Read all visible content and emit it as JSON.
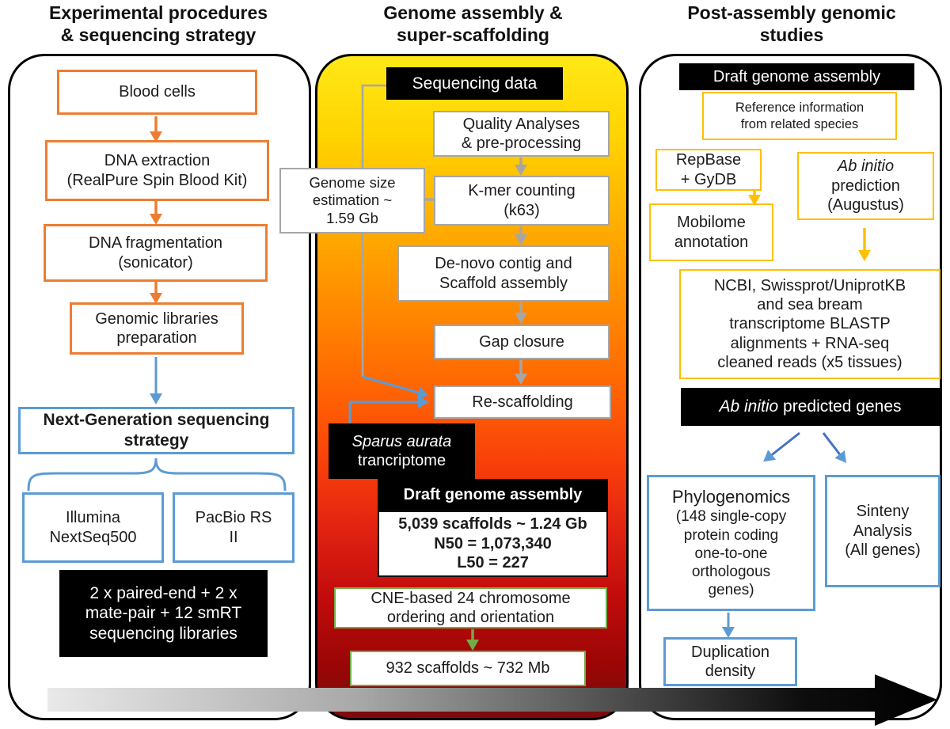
{
  "titles": {
    "left": "Experimental procedures\n& sequencing strategy",
    "middle": "Genome assembly &\nsuper-scaffolding",
    "right": "Post-assembly genomic\nstudies"
  },
  "left": {
    "blood_cells": "Blood cells",
    "dna_extraction": "DNA extraction\n(RealPure Spin Blood Kit)",
    "dna_fragmentation": "DNA fragmentation\n(sonicator)",
    "genomic_libraries": "Genomic libraries\npreparation",
    "ngs_strategy": "Next-Generation sequencing\nstrategy",
    "illumina": "Illumina\nNextSeq500",
    "pacbio": "PacBio RS\nII",
    "libraries_summary": "2 x paired-end + 2 x\nmate-pair + 12 smRT\nsequencing libraries"
  },
  "middle": {
    "sequencing_data": "Sequencing data",
    "quality": "Quality Analyses\n& pre-processing",
    "kmer": "K-mer counting\n(k63)",
    "genome_size": "Genome size\nestimation ~\n1.59 Gb",
    "denovo": "De-novo contig and\nScaffold assembly",
    "gap_closure": "Gap closure",
    "rescaffolding": "Re-scaffolding",
    "sparus_italic": "Sparus aurata",
    "sparus_rest": "trancriptome",
    "draft_header": "Draft genome assembly",
    "draft_stats": "5,039 scaffolds ~ 1.24 Gb\nN50 = 1,073,340\nL50 = 227",
    "cne": "CNE-based 24 chromosome\nordering and orientation",
    "scaffolds_932": "932 scaffolds ~ 732 Mb"
  },
  "right": {
    "draft_genome": "Draft genome assembly",
    "reference": "Reference information\nfrom related species",
    "repbase": "RepBase\n+ GyDB",
    "mobilome": "Mobilome\nannotation",
    "abinitio_pred_italic": "Ab initio",
    "abinitio_pred_rest": "prediction\n(Augustus)",
    "ncbi": "NCBI, Swissprot/UniprotKB\nand sea bream\ntranscriptome BLASTP\nalignments + RNA-seq\ncleaned reads (x5 tissues)",
    "predicted_italic": "Ab initio",
    "predicted_rest": " predicted genes",
    "phylo_head": "Phylogenomics",
    "phylo_rest": "(148 single-copy\nprotein coding\none-to-one\northologous\ngenes)",
    "sinteny": "Sinteny\nAnalysis\n(All genes)",
    "duplication": "Duplication\ndensity"
  },
  "colors": {
    "orange": "#ED7D31",
    "blue": "#5B9BD5",
    "gold": "#FFC000",
    "green": "#70AD47",
    "gray": "#A6A6A6",
    "panel_gradient_top": "#FFE817",
    "panel_gradient_bottom": "#7A0B0B",
    "timeline_gradient_start": "#E9E9E9",
    "timeline_gradient_end": "#000000"
  }
}
